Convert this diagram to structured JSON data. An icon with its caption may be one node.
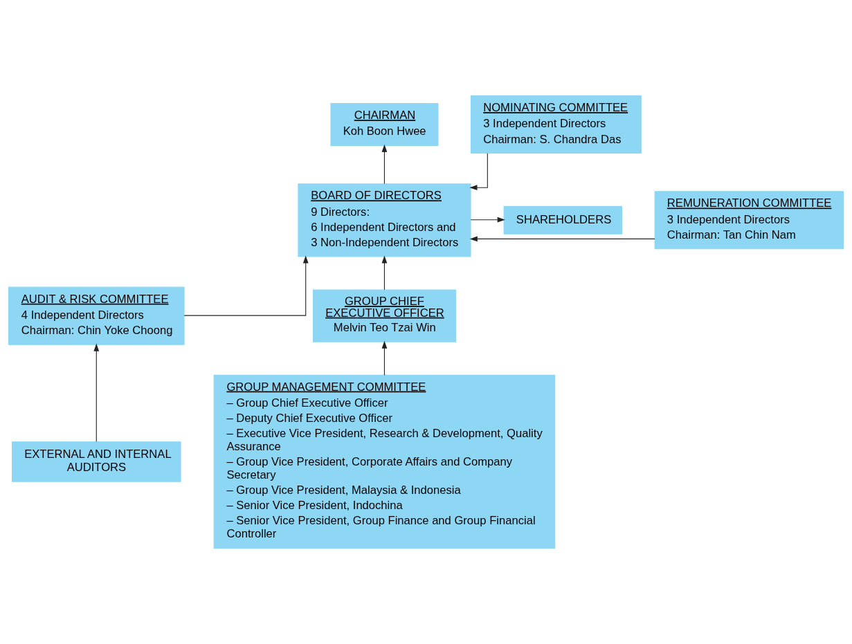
{
  "diagram": {
    "nodes": [
      {
        "text": [
          "CHAIRMAN",
          "Koh Boon Hwee"
        ]
      },
      {
        "text": [
          "BOARD OF DIRECTORS",
          "9 Directors:",
          "6 Independent Directors and",
          "3 Non-Independent Directors"
        ]
      },
      {
        "text": [
          "SHAREHOLDERS"
        ]
      },
      {
        "text": [
          "NOMINATING COMMITTEE",
          "3 Independent Directors",
          "Chairman: S. Chandra Das"
        ]
      },
      {
        "text": [
          "REMUNERATION COMMITTEE",
          "3 Independent Directors",
          "Chairman: Tan Chin Nam"
        ]
      },
      {
        "text": [
          "AUDIT & RISK COMMITTEE",
          "4 Independent Directors",
          "Chairman: Chin Yoke Choong"
        ]
      },
      {
        "text": [
          "GROUP CHIEF EXECUTIVE OFFICER",
          "Melvin Teo Tzai Win"
        ]
      },
      {
        "text": [
          "GROUP MANAGEMENT COMMITTEE",
          "– Group Chief Executive Officer",
          "– Deputy Chief Executive Officer",
          "– Executive Vice President, Research & Development, Quality Assurance",
          "– Group Vice President, Corporate Affairs and Company Secretary",
          "– Group Vice President, Malaysia & Indonesia",
          "– Senior Vice President, Indochina",
          "– Senior Vice President, Group Finance and Group Financial Controller"
        ]
      },
      {
        "text": [
          "EXTERNAL AND INTERNAL AUDITORS"
        ]
      }
    ],
    "edges": [
      {
        "from": 1,
        "to": 0,
        "arrow": "to"
      },
      {
        "from": 1,
        "to": 2,
        "arrow": "to"
      },
      {
        "from": 3,
        "to": 1,
        "arrow": "to"
      },
      {
        "from": 4,
        "to": 1,
        "arrow": "to"
      },
      {
        "from": 5,
        "to": 1,
        "arrow": "to"
      },
      {
        "from": 6,
        "to": 1,
        "arrow": "to"
      },
      {
        "from": 7,
        "to": 6,
        "arrow": "to"
      },
      {
        "from": 8,
        "to": 5,
        "arrow": "to"
      }
    ]
  }
}
